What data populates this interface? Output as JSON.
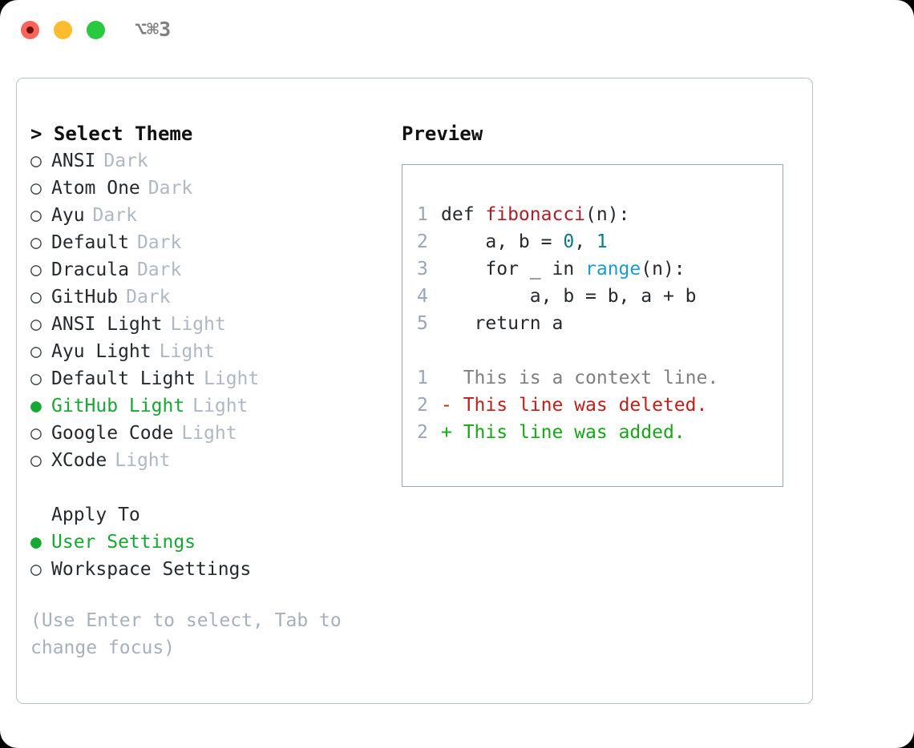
{
  "titlebar": {
    "shortcut": "⌥⌘3",
    "buttons": [
      {
        "name": "close",
        "color": "#f9655b"
      },
      {
        "name": "minimize",
        "color": "#fcbc2e"
      },
      {
        "name": "maximize",
        "color": "#2bc93f"
      }
    ]
  },
  "theme_picker": {
    "heading": "> Select Theme",
    "bullet_unselected": "○",
    "bullet_selected": "●",
    "items": [
      {
        "label": "ANSI",
        "tag": "Dark",
        "selected": false
      },
      {
        "label": "Atom One",
        "tag": "Dark",
        "selected": false
      },
      {
        "label": "Ayu",
        "tag": "Dark",
        "selected": false
      },
      {
        "label": "Default",
        "tag": "Dark",
        "selected": false
      },
      {
        "label": "Dracula",
        "tag": "Dark",
        "selected": false
      },
      {
        "label": "GitHub",
        "tag": "Dark",
        "selected": false
      },
      {
        "label": "ANSI Light",
        "tag": "Light",
        "selected": false
      },
      {
        "label": "Ayu Light",
        "tag": "Light",
        "selected": false
      },
      {
        "label": "Default Light",
        "tag": "Light",
        "selected": false
      },
      {
        "label": "GitHub Light",
        "tag": "Light",
        "selected": true
      },
      {
        "label": "Google Code",
        "tag": "Light",
        "selected": false
      },
      {
        "label": "XCode",
        "tag": "Light",
        "selected": false
      }
    ]
  },
  "apply_to": {
    "heading": "Apply To",
    "options": [
      {
        "label": "User Settings",
        "selected": true
      },
      {
        "label": "Workspace Settings",
        "selected": false
      }
    ]
  },
  "hint": "(Use Enter to select, Tab to change focus)",
  "preview": {
    "heading": "Preview",
    "code_lines": [
      {
        "num": "1",
        "segments": [
          {
            "text": "def ",
            "style": "plain"
          },
          {
            "text": "fibonacci",
            "style": "fn"
          },
          {
            "text": "(n):",
            "style": "plain"
          }
        ]
      },
      {
        "num": "2",
        "segments": [
          {
            "text": "    a, b = ",
            "style": "plain"
          },
          {
            "text": "0",
            "style": "num"
          },
          {
            "text": ", ",
            "style": "plain"
          },
          {
            "text": "1",
            "style": "num"
          }
        ]
      },
      {
        "num": "3",
        "segments": [
          {
            "text": "    for _ in ",
            "style": "plain"
          },
          {
            "text": "range",
            "style": "call"
          },
          {
            "text": "(n):",
            "style": "plain"
          }
        ]
      },
      {
        "num": "4",
        "segments": [
          {
            "text": "        a, b = b, a + b",
            "style": "plain"
          }
        ]
      },
      {
        "num": "5",
        "segments": [
          {
            "text": "   return a",
            "style": "plain"
          }
        ]
      }
    ],
    "diff_lines": [
      {
        "num": "1",
        "marker": "  ",
        "text": "This is a context line.",
        "kind": "context"
      },
      {
        "num": "2",
        "marker": "- ",
        "text": "This line was deleted.",
        "kind": "deleted"
      },
      {
        "num": "2",
        "marker": "+ ",
        "text": "This line was added.",
        "kind": "added"
      }
    ]
  },
  "colors": {
    "accent_green": "#17a833",
    "function_red": "#b31d28",
    "number_teal": "#0d7c7c",
    "call_blue": "#1b9bd1",
    "diff_deleted": "#c0201a",
    "diff_added": "#16a716",
    "muted": "#b0b8c4",
    "border": "#9aa5b5"
  }
}
